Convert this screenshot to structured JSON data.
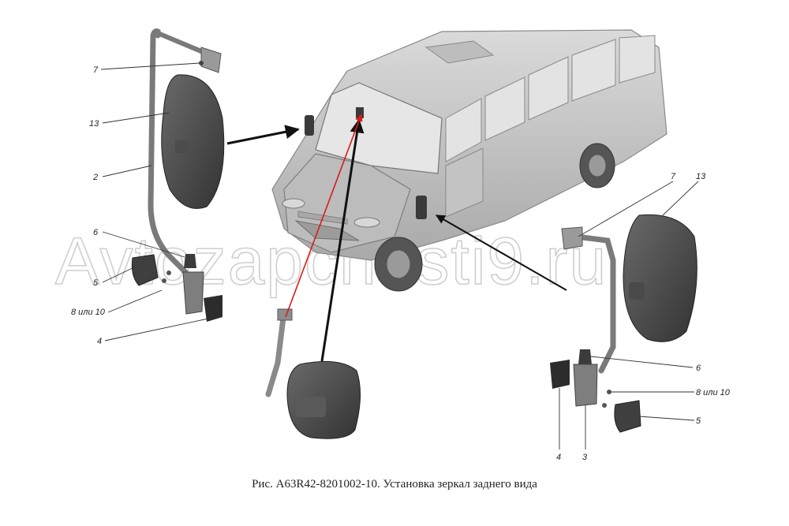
{
  "caption": "Рис. A63R42-8201002-10. Установка зеркал заднего вида",
  "watermark": "Avtozapchasti9.ru",
  "callouts_left": {
    "c7": "7",
    "c13": "13",
    "c2": "2",
    "c6": "6",
    "c5": "5",
    "c8": "8 или 10",
    "c4": "4"
  },
  "callouts_right": {
    "c7": "7",
    "c13": "13",
    "c6": "6",
    "c8": "8 или 10",
    "c5": "5",
    "c4": "4",
    "c3": "3"
  },
  "colors": {
    "part_fill": "#5f5f5f",
    "part_dark": "#2e2e2e",
    "bus_body": "#c9c9c9",
    "leader_arrow": "#111111",
    "red_line": "#d81b1b"
  }
}
